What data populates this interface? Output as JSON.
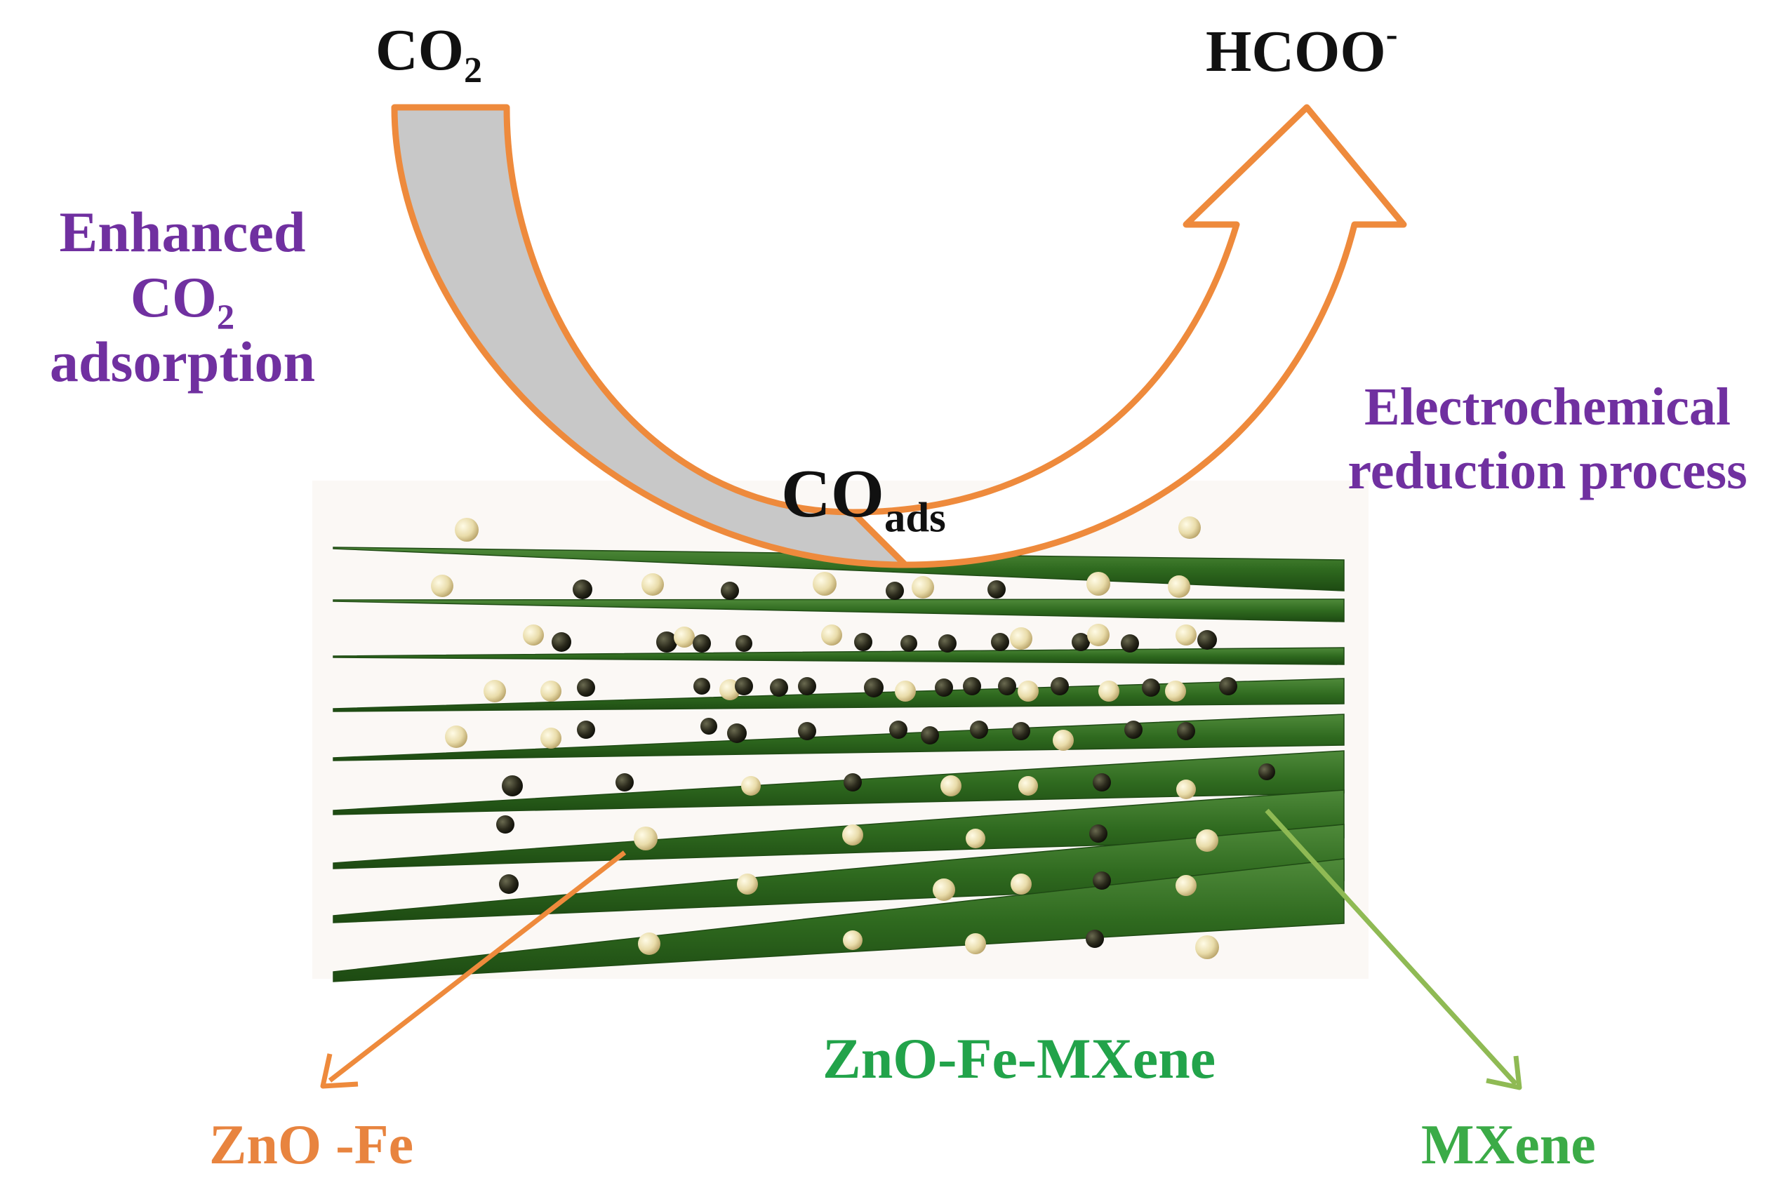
{
  "labels": {
    "reactant": {
      "main": "CO",
      "sub": "2"
    },
    "product": {
      "main": "HCOO",
      "sup": "-"
    },
    "adsorbed": {
      "main": "CO",
      "sub": "ads"
    },
    "left_process": {
      "line1": "Enhanced",
      "line2_main": "CO",
      "line2_sub": "2",
      "line3": "adsorption"
    },
    "right_process": {
      "line1": "Electrochemical",
      "line2": "reduction process"
    },
    "composite": "ZnO-Fe-MXene",
    "particle": "ZnO -Fe",
    "sheet": "MXene"
  },
  "colors": {
    "process_text": "#7030a0",
    "arrow_outline": "#ee8a3c",
    "arrow_in_fill": "#c8c8c8",
    "arrow_out_fill": "#ffffff",
    "sheet_green": "#2f6a1f",
    "particle_light": "#efe3b8",
    "particle_dark": "#2b2a1c",
    "composite_text": "#22a34a",
    "particle_label": "#e8843f",
    "sheet_label": "#3bab47",
    "pointer_orange": "#ee8a3c",
    "pointer_green": "#8fba54"
  },
  "icons": {
    "u_arrow": "curved-u-arrow",
    "pointers": "straight-arrow"
  }
}
